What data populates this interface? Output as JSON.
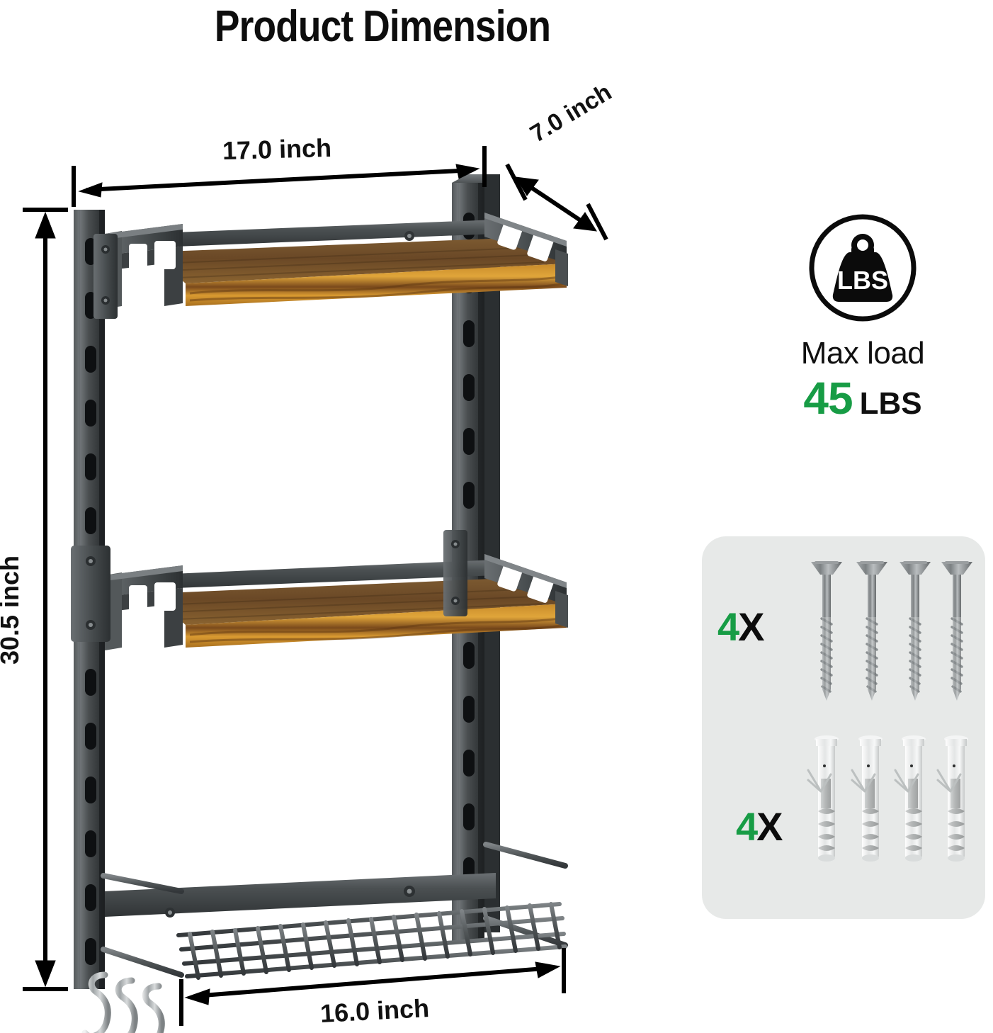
{
  "header": {
    "title": "Product Dimension"
  },
  "dimensions": {
    "width_label": "17.0 inch",
    "depth_label": "7.0 inch",
    "height_label": "30.5 inch",
    "basket_width_label": "16.0 inch",
    "unit": "inch",
    "width_value": 17.0,
    "depth_value": 7.0,
    "height_value": 30.5,
    "basket_width_value": 16.0
  },
  "max_load": {
    "icon_name": "weight-lbs-icon",
    "icon_text": "LBS",
    "caption": "Max load",
    "value": "45",
    "unit": "LBS",
    "accent_color": "#179c45"
  },
  "hardware": {
    "items": [
      {
        "count_number": "4",
        "count_suffix": "X",
        "part": "screw",
        "quantity": 4
      },
      {
        "count_number": "4",
        "count_suffix": "X",
        "part": "wall-anchor",
        "quantity": 4
      }
    ],
    "panel_color": "#e7e9e8",
    "accent_color": "#179c45"
  },
  "product": {
    "frame_color": "#4a4e50",
    "wood_top_color": "#6b4b28",
    "wood_edge_color": "#c8841f",
    "hook_color": "#b9bdbe",
    "shelf_count": 2,
    "has_wire_basket": true,
    "hook_count": 3
  }
}
